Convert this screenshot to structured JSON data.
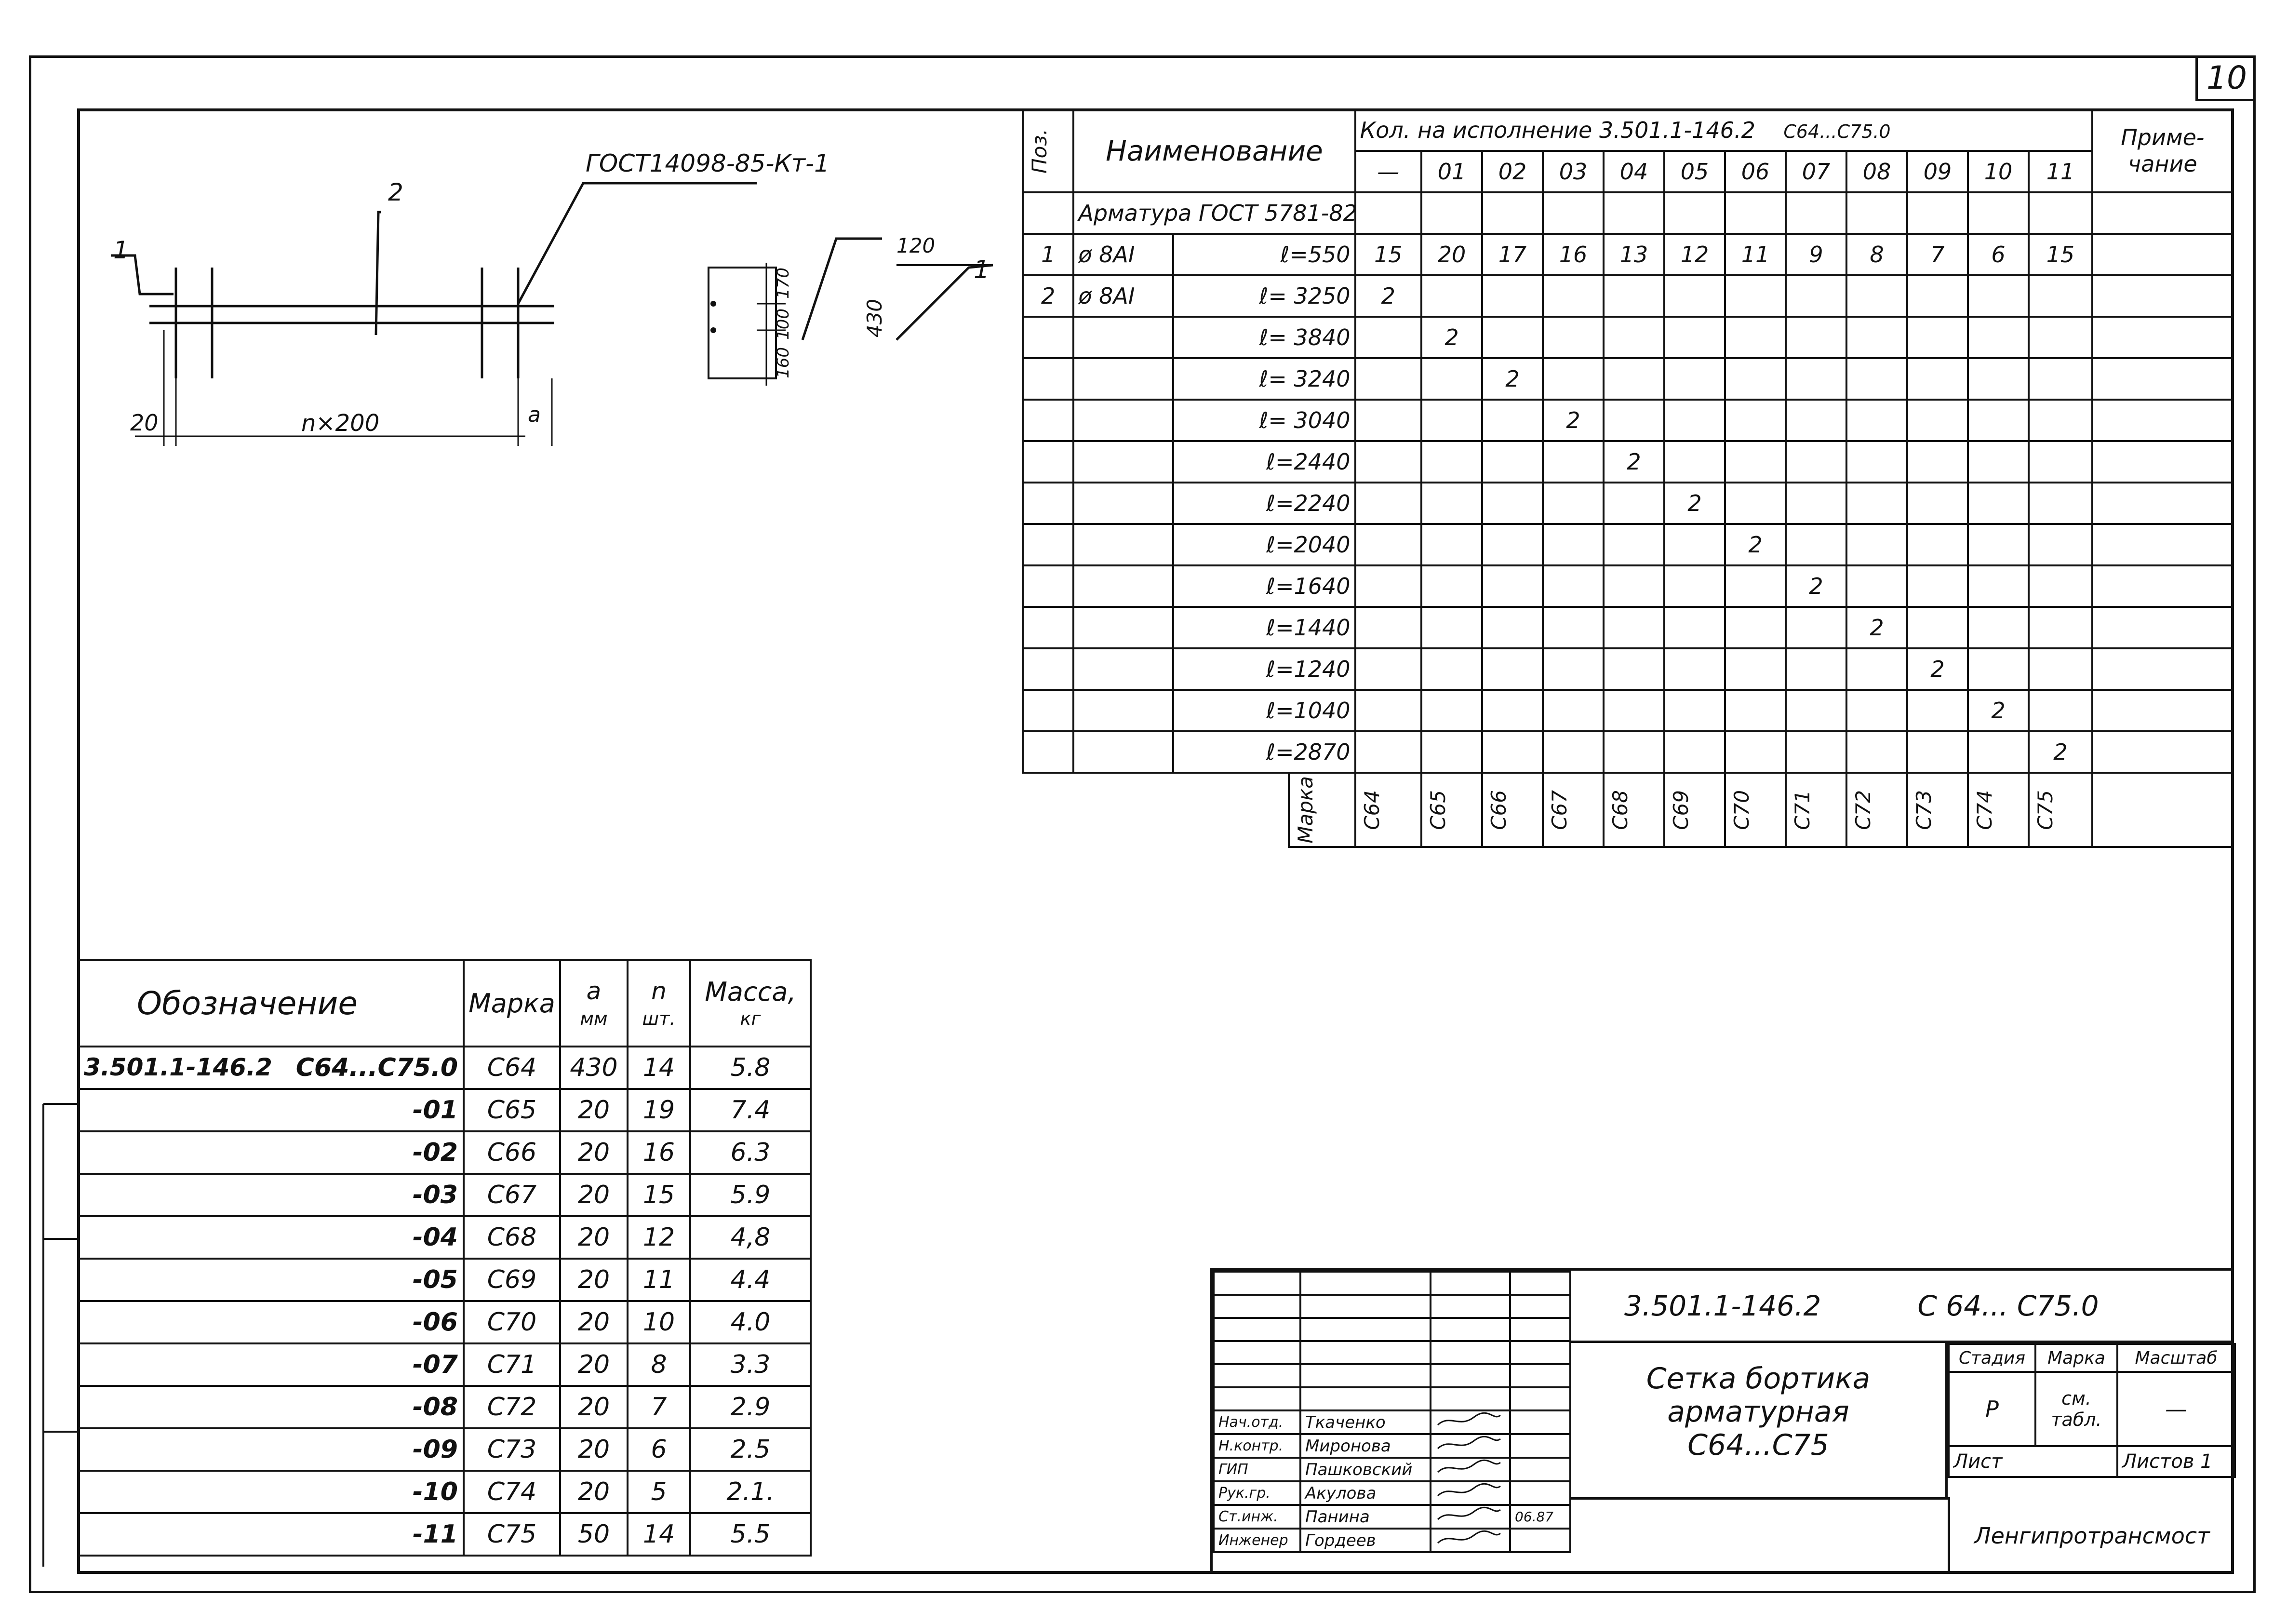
{
  "sheet_number": "10",
  "drawing": {
    "gost_label": "ГОСТ14098-85-Кт-1",
    "pos1": "1",
    "pos2": "2",
    "pos1_section": "1",
    "dim_20": "20",
    "dim_nx200": "n×200",
    "dim_a": "a",
    "dim_120": "120",
    "dim_430": "430",
    "dim_160": "160",
    "dim_100": "100",
    "dim_170": "170"
  },
  "spec": {
    "col_pos": "Поз.",
    "col_name": "Наименование",
    "col_qty": "Кол. на исполнение 3.501.1-146.2",
    "col_qty_range": "С64...С75.0",
    "col_note": "Приме-чание",
    "exec_cols": [
      "—",
      "01",
      "02",
      "03",
      "04",
      "05",
      "06",
      "07",
      "08",
      "09",
      "10",
      "11"
    ],
    "section": "Арматура ГОСТ 5781-82",
    "rows": [
      {
        "pos": "1",
        "name": "ø 8AI",
        "len": "ℓ=550",
        "values": [
          "15",
          "20",
          "17",
          "16",
          "13",
          "12",
          "11",
          "9",
          "8",
          "7",
          "6",
          "15"
        ]
      },
      {
        "pos": "2",
        "name": "ø 8AI",
        "len": "ℓ= 3250",
        "values": [
          "2",
          "",
          "",
          "",
          "",
          "",
          "",
          "",
          "",
          "",
          "",
          ""
        ]
      },
      {
        "pos": "",
        "name": "",
        "len": "ℓ= 3840",
        "values": [
          "",
          "2",
          "",
          "",
          "",
          "",
          "",
          "",
          "",
          "",
          "",
          ""
        ]
      },
      {
        "pos": "",
        "name": "",
        "len": "ℓ= 3240",
        "values": [
          "",
          "",
          "2",
          "",
          "",
          "",
          "",
          "",
          "",
          "",
          "",
          ""
        ]
      },
      {
        "pos": "",
        "name": "",
        "len": "ℓ= 3040",
        "values": [
          "",
          "",
          "",
          "2",
          "",
          "",
          "",
          "",
          "",
          "",
          "",
          ""
        ]
      },
      {
        "pos": "",
        "name": "",
        "len": "ℓ=2440",
        "values": [
          "",
          "",
          "",
          "",
          "2",
          "",
          "",
          "",
          "",
          "",
          "",
          ""
        ]
      },
      {
        "pos": "",
        "name": "",
        "len": "ℓ=2240",
        "values": [
          "",
          "",
          "",
          "",
          "",
          "2",
          "",
          "",
          "",
          "",
          "",
          ""
        ]
      },
      {
        "pos": "",
        "name": "",
        "len": "ℓ=2040",
        "values": [
          "",
          "",
          "",
          "",
          "",
          "",
          "2",
          "",
          "",
          "",
          "",
          ""
        ]
      },
      {
        "pos": "",
        "name": "",
        "len": "ℓ=1640",
        "values": [
          "",
          "",
          "",
          "",
          "",
          "",
          "",
          "2",
          "",
          "",
          "",
          ""
        ]
      },
      {
        "pos": "",
        "name": "",
        "len": "ℓ=1440",
        "values": [
          "",
          "",
          "",
          "",
          "",
          "",
          "",
          "",
          "2",
          "",
          "",
          ""
        ]
      },
      {
        "pos": "",
        "name": "",
        "len": "ℓ=1240",
        "values": [
          "",
          "",
          "",
          "",
          "",
          "",
          "",
          "",
          "",
          "2",
          "",
          ""
        ]
      },
      {
        "pos": "",
        "name": "",
        "len": "ℓ=1040",
        "values": [
          "",
          "",
          "",
          "",
          "",
          "",
          "",
          "",
          "",
          "",
          "2",
          ""
        ]
      },
      {
        "pos": "",
        "name": "",
        "len": "ℓ=2870",
        "values": [
          "",
          "",
          "",
          "",
          "",
          "",
          "",
          "",
          "",
          "",
          "",
          "2"
        ]
      }
    ],
    "marka_label": "Марка",
    "marks": [
      "С64",
      "С65",
      "С66",
      "С67",
      "С68",
      "С69",
      "С70",
      "С71",
      "С72",
      "С73",
      "С74",
      "С75"
    ]
  },
  "designation": {
    "h_desig": "Обозначение",
    "h_mark": "Марка",
    "h_a": "a",
    "h_a_unit": "мм",
    "h_n": "n",
    "h_n_unit": "шт.",
    "h_mass": "Масса,",
    "h_mass_unit": "кг",
    "rows": [
      {
        "code": "3.501.1-146.2",
        "suffix": "С64...С75.0",
        "mark": "С64",
        "a": "430",
        "n": "14",
        "mass": "5.8"
      },
      {
        "code": "",
        "suffix": "-01",
        "mark": "С65",
        "a": "20",
        "n": "19",
        "mass": "7.4"
      },
      {
        "code": "",
        "suffix": "-02",
        "mark": "С66",
        "a": "20",
        "n": "16",
        "mass": "6.3"
      },
      {
        "code": "",
        "suffix": "-03",
        "mark": "С67",
        "a": "20",
        "n": "15",
        "mass": "5.9"
      },
      {
        "code": "",
        "suffix": "-04",
        "mark": "С68",
        "a": "20",
        "n": "12",
        "mass": "4,8"
      },
      {
        "code": "",
        "suffix": "-05",
        "mark": "С69",
        "a": "20",
        "n": "11",
        "mass": "4.4"
      },
      {
        "code": "",
        "suffix": "-06",
        "mark": "С70",
        "a": "20",
        "n": "10",
        "mass": "4.0"
      },
      {
        "code": "",
        "suffix": "-07",
        "mark": "С71",
        "a": "20",
        "n": "8",
        "mass": "3.3"
      },
      {
        "code": "",
        "suffix": "-08",
        "mark": "С72",
        "a": "20",
        "n": "7",
        "mass": "2.9"
      },
      {
        "code": "",
        "suffix": "-09",
        "mark": "С73",
        "a": "20",
        "n": "6",
        "mass": "2.5"
      },
      {
        "code": "",
        "suffix": "-10",
        "mark": "С74",
        "a": "20",
        "n": "5",
        "mass": "2.1."
      },
      {
        "code": "",
        "suffix": "-11",
        "mark": "С75",
        "a": "50",
        "n": "14",
        "mass": "5.5"
      }
    ]
  },
  "stamp": {
    "doc_code": "3.501.1-146.2",
    "doc_range": "С 64... С75.0",
    "title_l1": "Сетка бортика",
    "title_l2": "арматурная",
    "title_l3": "С64...С75",
    "h_stage": "Стадия",
    "h_mark": "Марка",
    "h_scale": "Масштаб",
    "stage": "Р",
    "mark_val": "см. табл.",
    "scale": "—",
    "sheet_label": "Лист",
    "sheets_label": "Листов 1",
    "org": "Ленгипротрансмост",
    "people": [
      {
        "role": "Нач.отд.",
        "name": "Ткаченко",
        "date": ""
      },
      {
        "role": "Н.контр.",
        "name": "Миронова",
        "date": ""
      },
      {
        "role": "ГИП",
        "name": "Пашковский",
        "date": ""
      },
      {
        "role": "Рук.гр.",
        "name": "Акулова",
        "date": ""
      },
      {
        "role": "Ст.инж.",
        "name": "Панина",
        "date": "06.87"
      },
      {
        "role": "Инженер",
        "name": "Гордеев",
        "date": ""
      }
    ]
  }
}
